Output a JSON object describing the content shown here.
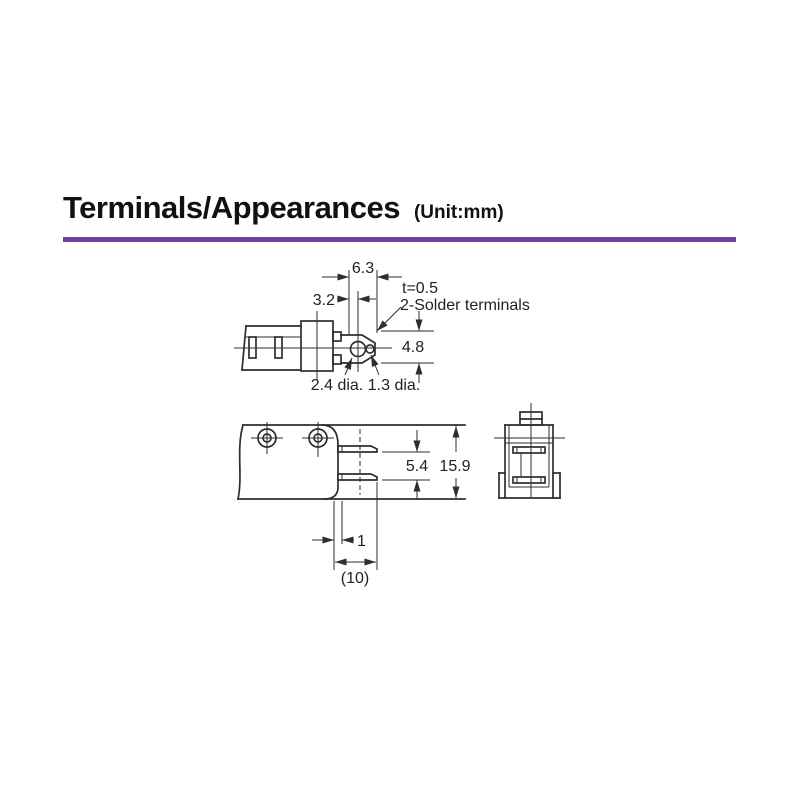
{
  "header": {
    "title": "Terminals/Appearances",
    "unit": "(Unit:mm)"
  },
  "side_view": {
    "dim_width_top": "6.3",
    "dim_width_left": "3.2",
    "thickness": "t=0.5",
    "solder_terminals": "2-Solder terminals",
    "dim_height": "4.8",
    "outer_hole": "2.4 dia.",
    "inner_hole": "1.3 dia."
  },
  "top_view": {
    "dim_pitch": "5.4",
    "dim_total_height": "15.9",
    "dim_offset": "1",
    "dim_ref_length": "(10)"
  },
  "colors": {
    "rule": "#7040a0",
    "line": "#2e2e2e",
    "background": "#ffffff"
  }
}
